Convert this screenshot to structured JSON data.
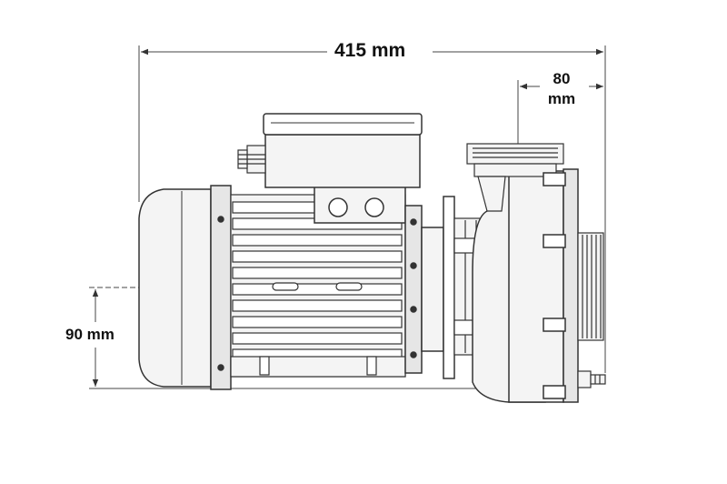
{
  "dimensions": {
    "overall_length": "415 mm",
    "outlet_offset_value": "80",
    "outlet_offset_unit": "mm",
    "shaft_height": "90 mm"
  },
  "colors": {
    "line": "#333333",
    "fill_light": "#f4f4f4",
    "fill_mid": "#e6e6e6",
    "dim_line": "#444444"
  }
}
